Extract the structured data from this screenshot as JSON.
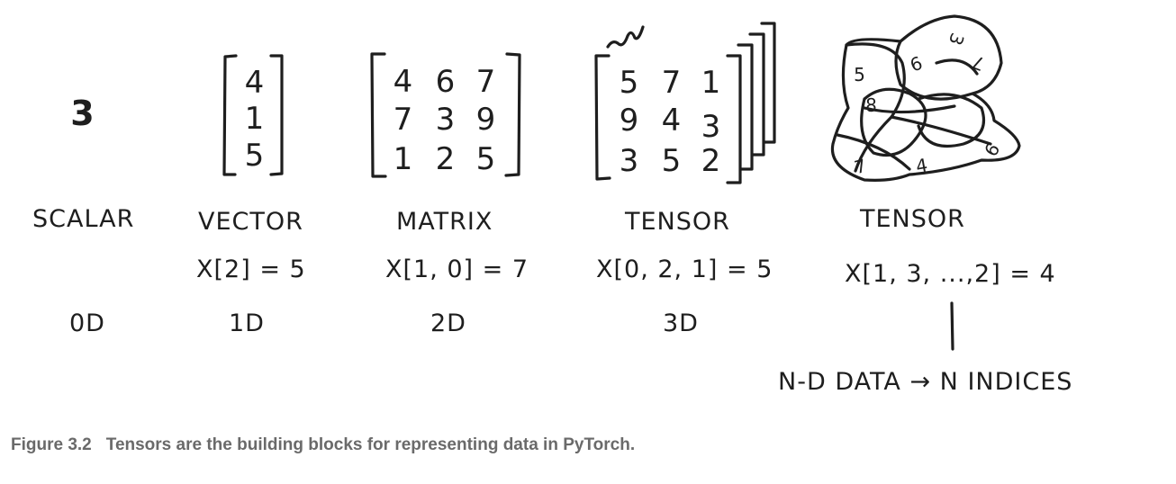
{
  "scalar": {
    "value": "3",
    "label": "SCALAR",
    "dim": "0D"
  },
  "vector": {
    "values": [
      "4",
      "1",
      "5"
    ],
    "label": "VECTOR",
    "index": "X[2] = 5",
    "dim": "1D"
  },
  "matrix": {
    "rows": [
      [
        "4",
        "6",
        "7"
      ],
      [
        "7",
        "3",
        "9"
      ],
      [
        "1",
        "2",
        "5"
      ]
    ],
    "label": "MATRIX",
    "index": "X[1, 0] = 7",
    "dim": "2D"
  },
  "tensor3d": {
    "rows": [
      [
        "5",
        "7",
        "1"
      ],
      [
        "9",
        "4",
        "3"
      ],
      [
        "3",
        "5",
        "2"
      ]
    ],
    "label": "TENSOR",
    "index": "X[0, 2, 1] = 5",
    "dim": "3D"
  },
  "tensorNd": {
    "numbers": [
      "5",
      "6",
      "3",
      "7",
      "8",
      "7",
      "4",
      "6"
    ],
    "label": "TENSOR",
    "index": "X[1, 3, ...,2] = 4",
    "note": "N-D DATA → N INDICES"
  },
  "caption": {
    "number": "Figure 3.2",
    "text": "Tensors are the building blocks for representing data in PyTorch."
  }
}
